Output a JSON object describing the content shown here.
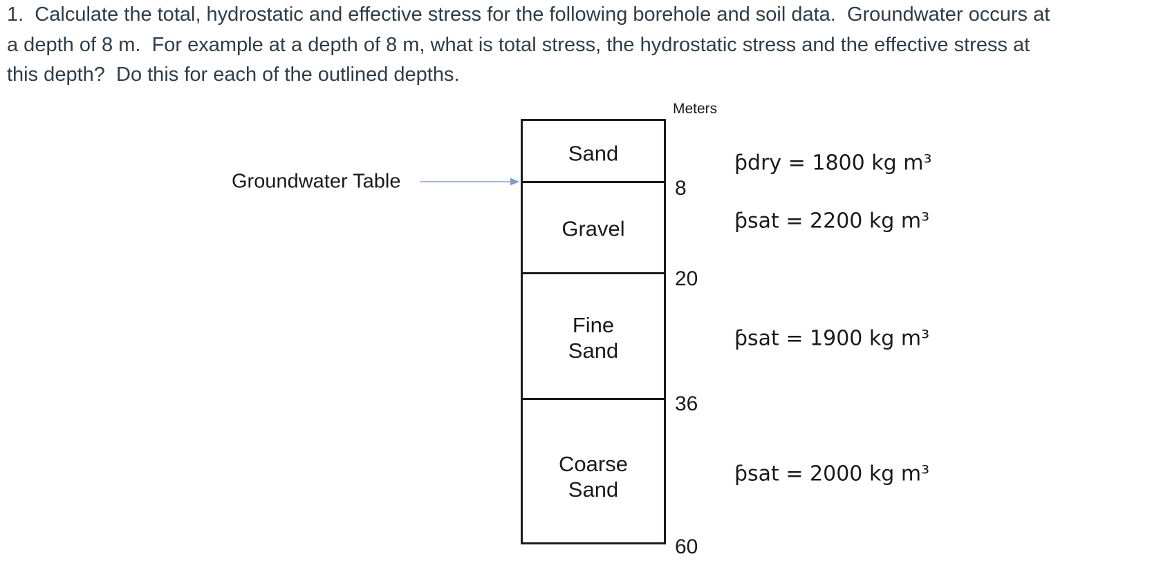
{
  "problem": {
    "lines": [
      "1.  Calculate the total, hydrostatic and effective stress for the following borehole and soil data.  Groundwater occurs at",
      "a depth of 8 m.  For example at a depth of 8 m, what is total stress, the hydrostatic stress and the effective stress at",
      "this depth?  Do this for each of the outlined depths."
    ]
  },
  "diagram": {
    "meters_label": "Meters",
    "groundwater_table_label": "Groundwater Table",
    "groundwater_depth_m": 8,
    "layers": [
      {
        "name_lines": [
          "Sand"
        ],
        "depth_bottom_m": "8",
        "density_label": "ƥdry = 1800 kg m³",
        "density_type": "dry",
        "density_value_kg_m3": 1800
      },
      {
        "name_lines": [
          "Gravel"
        ],
        "depth_bottom_m": "20",
        "density_label": "ƥsat = 2200 kg m³",
        "density_type": "sat",
        "density_value_kg_m3": 2200
      },
      {
        "name_lines": [
          "Fine",
          "Sand"
        ],
        "depth_bottom_m": "36",
        "density_label": "ƥsat = 1900 kg m³",
        "density_type": "sat",
        "density_value_kg_m3": 1900
      },
      {
        "name_lines": [
          "Coarse",
          "Sand"
        ],
        "depth_bottom_m": "60",
        "density_label": "ƥsat = 2000 kg m³",
        "density_type": "sat",
        "density_value_kg_m3": 2000
      }
    ]
  },
  "colors": {
    "body_text": "#2e3d49",
    "diagram_text": "#1a1a1a",
    "box_border": "#1a1a1a",
    "arrow_line": "#a3bad9",
    "arrow_head": "#7d9dc9"
  }
}
